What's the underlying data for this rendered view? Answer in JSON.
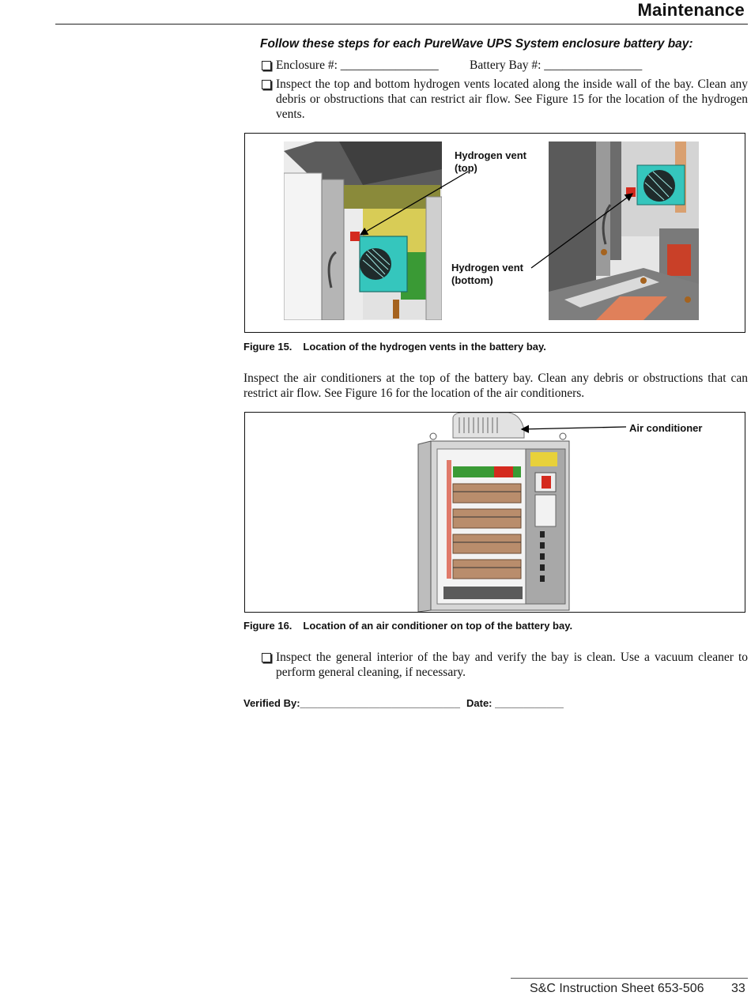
{
  "header": {
    "section_title": "Maintenance"
  },
  "steps_heading": "Follow these steps for each PureWave UPS System enclosure battery bay:",
  "enclosure": {
    "enclosure_label": "Enclosure #: ________________",
    "bay_label": "Battery Bay #: ________________"
  },
  "step_hydrogen": "Inspect the top and bottom hydrogen vents located along the inside wall of the bay. Clean any debris or obstructions that can restrict air flow. See Figure 15 for the location of the hydrogen vents.",
  "figure15": {
    "callout_top": [
      "Hydrogen vent",
      "(top)"
    ],
    "callout_bottom": [
      "Hydrogen vent",
      "(bottom)"
    ],
    "caption_number": "Figure 15.",
    "caption_text": "Location of the hydrogen vents in the battery bay."
  },
  "air_paragraph": "Inspect the air conditioners at the top of the battery bay. Clean any debris or obstructions that can restrict air flow. See Figure 16 for the location of the air conditioners.",
  "figure16": {
    "callout": "Air conditioner",
    "caption_number": "Figure 16.",
    "caption_text": "Location of an air conditioner on top of the battery bay."
  },
  "step_interior": "Inspect the general interior of the bay and verify the bay is clean. Use a vacuum cleaner to perform general cleaning, if necessary.",
  "verification": {
    "verified_label": "Verified By:____________________________",
    "date_label": "Date: ____________"
  },
  "footer": {
    "doc_id": "S&C Instruction Sheet 653-506",
    "page_number": "33"
  },
  "colors": {
    "vent_red": "#d42a1e",
    "fan_teal": "#35c6bd",
    "battery_brown": "#b98d6c",
    "copper": "#e0805a",
    "yellow_panel": "#e8d13a"
  }
}
